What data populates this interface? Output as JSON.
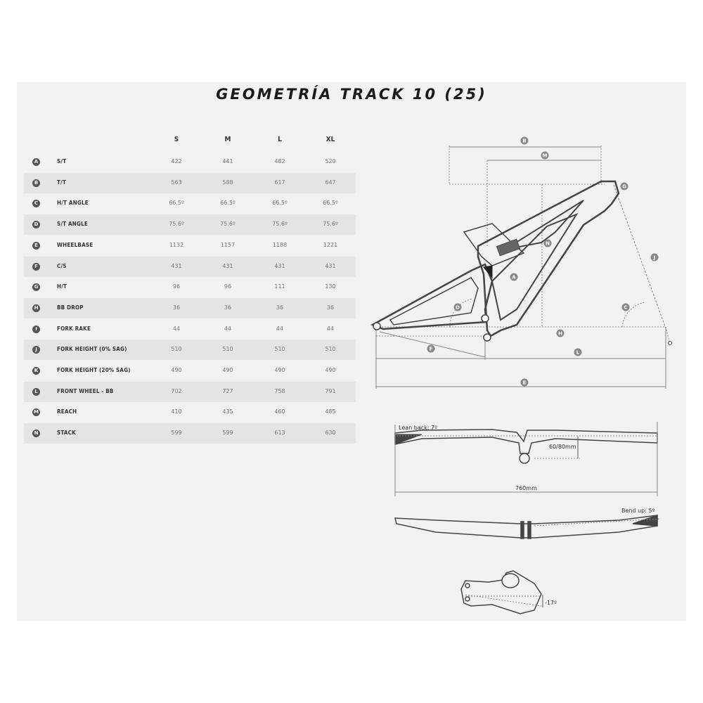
{
  "title": "GEOMETRÍA TRACK 10 (25)",
  "sizes": [
    "S",
    "M",
    "L",
    "XL"
  ],
  "rows": [
    {
      "badge": "A",
      "label": "S/T",
      "values": [
        "422",
        "441",
        "482",
        "520"
      ]
    },
    {
      "badge": "B",
      "label": "T/T",
      "values": [
        "563",
        "588",
        "617",
        "647"
      ]
    },
    {
      "badge": "C",
      "label": "H/T ANGLE",
      "values": [
        "66.5º",
        "66.5º",
        "66.5º",
        "66.5º"
      ]
    },
    {
      "badge": "D",
      "label": "S/T ANGLE",
      "values": [
        "75.6º",
        "75.6º",
        "75.6º",
        "75.6º"
      ]
    },
    {
      "badge": "E",
      "label": "WHEELBASE",
      "values": [
        "1132",
        "1157",
        "1188",
        "1221"
      ]
    },
    {
      "badge": "F",
      "label": "C/S",
      "values": [
        "431",
        "431",
        "431",
        "431"
      ]
    },
    {
      "badge": "G",
      "label": "H/T",
      "values": [
        "96",
        "96",
        "111",
        "130"
      ]
    },
    {
      "badge": "H",
      "label": "BB DROP",
      "values": [
        "36",
        "36",
        "36",
        "36"
      ]
    },
    {
      "badge": "I",
      "label": "FORK RAKE",
      "values": [
        "44",
        "44",
        "44",
        "44"
      ]
    },
    {
      "badge": "J",
      "label": "FORK HEIGHT (0% SAG)",
      "values": [
        "510",
        "510",
        "510",
        "510"
      ]
    },
    {
      "badge": "K",
      "label": "FORK HEIGHT (20% SAG)",
      "values": [
        "490",
        "490",
        "490",
        "490"
      ]
    },
    {
      "badge": "L",
      "label": "FRONT WHEEL - BB",
      "values": [
        "702",
        "727",
        "758",
        "791"
      ]
    },
    {
      "badge": "M",
      "label": "REACH",
      "values": [
        "410",
        "435",
        "460",
        "485"
      ]
    },
    {
      "badge": "N",
      "label": "STACK",
      "values": [
        "599",
        "599",
        "613",
        "630"
      ]
    }
  ],
  "frame_labels": [
    "B",
    "M",
    "G",
    "N",
    "J",
    "A",
    "D",
    "C",
    "H",
    "F",
    "L",
    "E"
  ],
  "handlebar": {
    "lean_back": "Lean back: 7º",
    "rise": "60/80mm",
    "width": "760mm",
    "bend_up": "Bend up: 5º"
  },
  "stem": {
    "angle": "-17º"
  }
}
